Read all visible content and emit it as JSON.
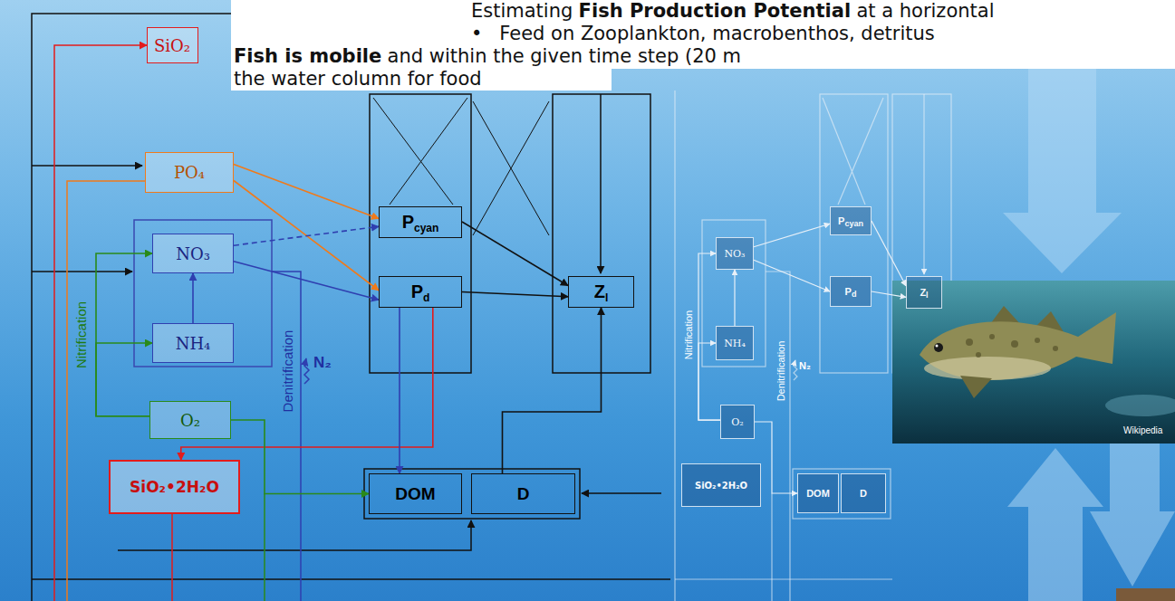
{
  "diagram": {
    "nodes": [
      {
        "text": [
          "Estimating",
          "Fish Production Potential",
          "at a horizontal",
          "•",
          "Feed on Zooplankton, macrobenthos, detritus",
          "Fish is mobile",
          "and within the given time step (20 m",
          "the water column for food"
        ]
      },
      {
        "text": [
          "SiO₂"
        ]
      },
      {
        "text": [
          "PO₄"
        ]
      },
      {
        "text": [
          "NO₃"
        ]
      },
      {
        "text": [
          "NH₄"
        ]
      },
      {
        "text": [
          "O₂"
        ]
      },
      {
        "text": [
          "SiO₂•2H₂O"
        ]
      },
      {
        "text": [
          "P",
          "cyan"
        ]
      },
      {
        "text": [
          "P",
          "d"
        ]
      },
      {
        "text": [
          "Z",
          "l"
        ]
      },
      {
        "text": [
          "DOM"
        ]
      },
      {
        "text": [
          "D"
        ]
      },
      {
        "text": [
          "NO₃"
        ]
      },
      {
        "text": [
          "NH₄"
        ]
      },
      {
        "text": [
          "O₂"
        ]
      },
      {
        "text": [
          "SiO₂•2H₂O"
        ]
      },
      {
        "text": [
          "P",
          "cyan"
        ]
      },
      {
        "text": [
          "P",
          "d"
        ]
      },
      {
        "text": [
          "Z",
          "l"
        ]
      },
      {
        "text": [
          "DOM"
        ]
      },
      {
        "text": [
          "D"
        ]
      }
    ],
    "edges": [
      {
        "from": 2,
        "to": 7,
        "arrow": "to"
      },
      {
        "from": 2,
        "to": 8,
        "arrow": "to"
      },
      {
        "from": 3,
        "to": 7,
        "arrow": "to"
      },
      {
        "from": 3,
        "to": 8,
        "arrow": "to"
      },
      {
        "from": 4,
        "to": 3,
        "arrow": "to"
      },
      {
        "from": 7,
        "to": 9,
        "arrow": "to"
      },
      {
        "from": 8,
        "to": 9,
        "arrow": "to"
      },
      {
        "from": 8,
        "to": 6,
        "arrow": "to"
      },
      {
        "from": 8,
        "to": 10,
        "arrow": "to"
      },
      {
        "from": 5,
        "to": 10,
        "arrow": "to"
      },
      {
        "from": 11,
        "to": 9,
        "arrow": "to"
      },
      {
        "from": 5,
        "to": 3,
        "arrow": "to"
      },
      {
        "from": 5,
        "to": 4,
        "arrow": "to"
      },
      {
        "from": 13,
        "to": 12,
        "arrow": "to"
      },
      {
        "from": 12,
        "to": 16,
        "arrow": "to"
      },
      {
        "from": 12,
        "to": 17,
        "arrow": "to"
      },
      {
        "from": 16,
        "to": 18,
        "arrow": "to"
      },
      {
        "from": 17,
        "to": 18,
        "arrow": "to"
      },
      {
        "from": 14,
        "to": 19,
        "arrow": "to"
      },
      {
        "from": 14,
        "to": 12,
        "arrow": "to"
      },
      {
        "from": 14,
        "to": 13,
        "arrow": "to"
      }
    ],
    "labels": [
      "Nitrification",
      "Denitrification",
      "N₂",
      "Nitrification",
      "Denitrification",
      "N₂",
      "Wikipedia"
    ]
  }
}
